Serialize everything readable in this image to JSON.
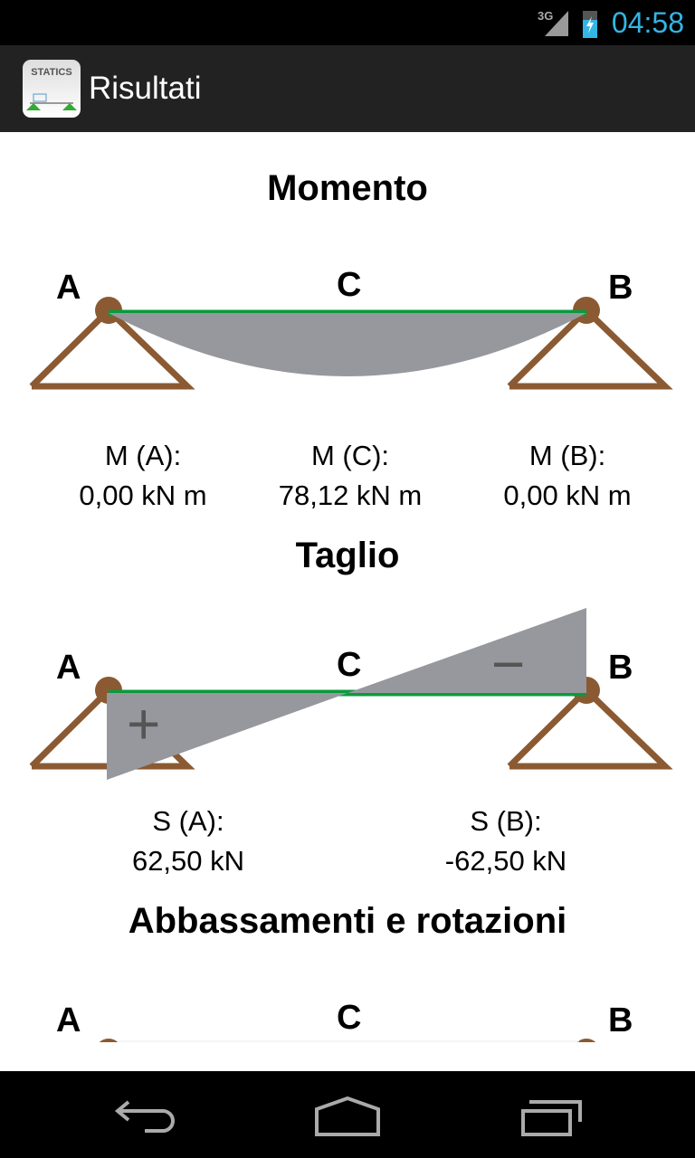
{
  "status": {
    "network": "3G",
    "time": "04:58"
  },
  "actionbar": {
    "app_icon_text": "STATICS",
    "title": "Risultati"
  },
  "moment": {
    "title": "Momento",
    "points": {
      "a": "A",
      "c": "C",
      "b": "B"
    },
    "values": [
      {
        "label": "M (A):",
        "value": "0,00 kN m"
      },
      {
        "label": "M (C):",
        "value": "78,12 kN m"
      },
      {
        "label": "M (B):",
        "value": "0,00 kN m"
      }
    ]
  },
  "shear": {
    "title": "Taglio",
    "points": {
      "a": "A",
      "c": "C",
      "b": "B"
    },
    "plus": "+",
    "minus": "−",
    "values": [
      {
        "label": "S (A):",
        "value": "62,50 kN"
      },
      {
        "label": "S (B):",
        "value": "-62,50 kN"
      }
    ]
  },
  "deflection": {
    "title": "Abbassamenti e rotazioni",
    "points": {
      "a": "A",
      "c": "C",
      "b": "B"
    }
  },
  "colors": {
    "beam": "#0a9a3c",
    "support": "#8b5a32",
    "diagram": "#97989d",
    "accent": "#33b5e5"
  }
}
